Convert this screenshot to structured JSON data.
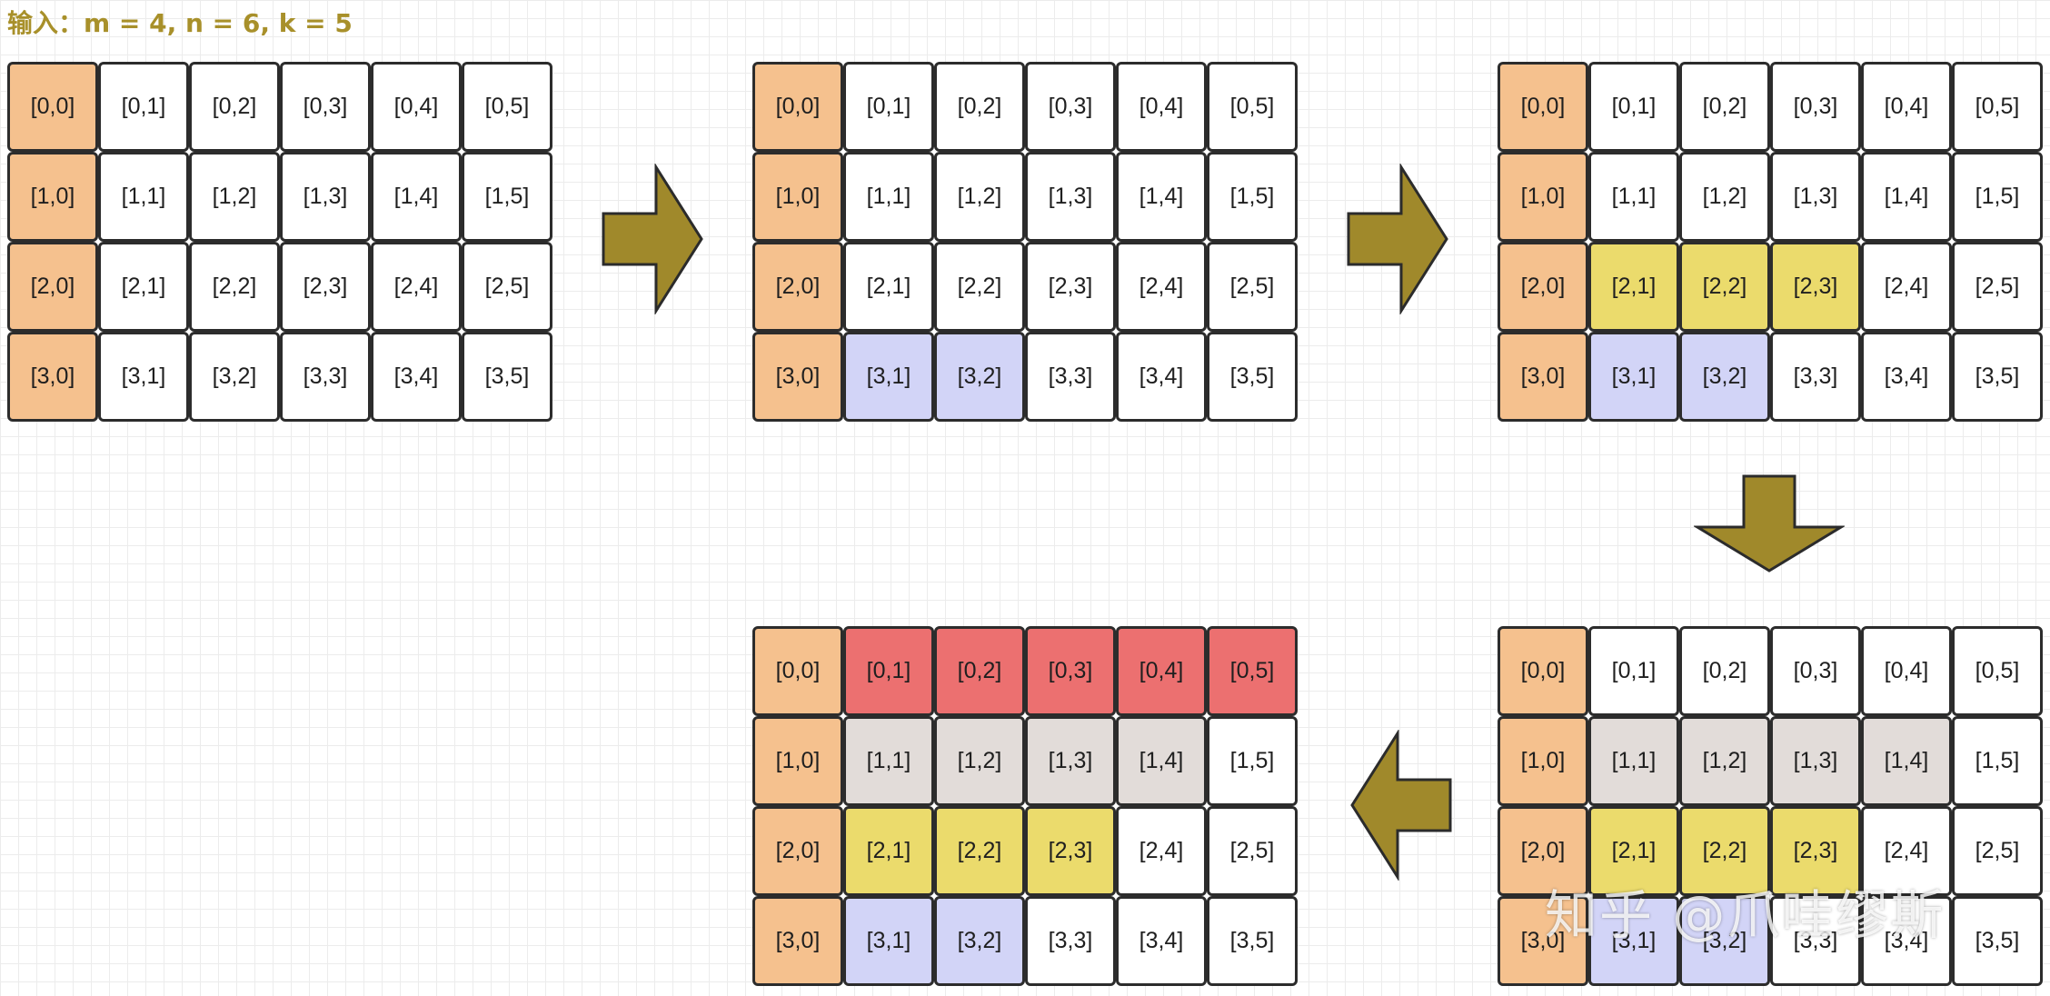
{
  "title": "输入：m = 4, n = 6, k = 5",
  "watermark": "知乎 @爪哇缪斯",
  "colors": {
    "white": "#ffffff",
    "orange": "#f5c18e",
    "blue": "#d2d4f7",
    "yellow": "#ebdb6c",
    "gray": "#e2dcd9",
    "red": "#ec7070",
    "arrow": "#a0892b"
  },
  "grids": [
    {
      "name": "step-1",
      "cells": [
        [
          "[0,0]",
          "[0,1]",
          "[0,2]",
          "[0,3]",
          "[0,4]",
          "[0,5]"
        ],
        [
          "[1,0]",
          "[1,1]",
          "[1,2]",
          "[1,3]",
          "[1,4]",
          "[1,5]"
        ],
        [
          "[2,0]",
          "[2,1]",
          "[2,2]",
          "[2,3]",
          "[2,4]",
          "[2,5]"
        ],
        [
          "[3,0]",
          "[3,1]",
          "[3,2]",
          "[3,3]",
          "[3,4]",
          "[3,5]"
        ]
      ],
      "fills": [
        [
          "orange",
          "white",
          "white",
          "white",
          "white",
          "white"
        ],
        [
          "orange",
          "white",
          "white",
          "white",
          "white",
          "white"
        ],
        [
          "orange",
          "white",
          "white",
          "white",
          "white",
          "white"
        ],
        [
          "orange",
          "white",
          "white",
          "white",
          "white",
          "white"
        ]
      ]
    },
    {
      "name": "step-2",
      "cells": [
        [
          "[0,0]",
          "[0,1]",
          "[0,2]",
          "[0,3]",
          "[0,4]",
          "[0,5]"
        ],
        [
          "[1,0]",
          "[1,1]",
          "[1,2]",
          "[1,3]",
          "[1,4]",
          "[1,5]"
        ],
        [
          "[2,0]",
          "[2,1]",
          "[2,2]",
          "[2,3]",
          "[2,4]",
          "[2,5]"
        ],
        [
          "[3,0]",
          "[3,1]",
          "[3,2]",
          "[3,3]",
          "[3,4]",
          "[3,5]"
        ]
      ],
      "fills": [
        [
          "orange",
          "white",
          "white",
          "white",
          "white",
          "white"
        ],
        [
          "orange",
          "white",
          "white",
          "white",
          "white",
          "white"
        ],
        [
          "orange",
          "white",
          "white",
          "white",
          "white",
          "white"
        ],
        [
          "orange",
          "blue",
          "blue",
          "white",
          "white",
          "white"
        ]
      ]
    },
    {
      "name": "step-3",
      "cells": [
        [
          "[0,0]",
          "[0,1]",
          "[0,2]",
          "[0,3]",
          "[0,4]",
          "[0,5]"
        ],
        [
          "[1,0]",
          "[1,1]",
          "[1,2]",
          "[1,3]",
          "[1,4]",
          "[1,5]"
        ],
        [
          "[2,0]",
          "[2,1]",
          "[2,2]",
          "[2,3]",
          "[2,4]",
          "[2,5]"
        ],
        [
          "[3,0]",
          "[3,1]",
          "[3,2]",
          "[3,3]",
          "[3,4]",
          "[3,5]"
        ]
      ],
      "fills": [
        [
          "orange",
          "white",
          "white",
          "white",
          "white",
          "white"
        ],
        [
          "orange",
          "white",
          "white",
          "white",
          "white",
          "white"
        ],
        [
          "orange",
          "yellow",
          "yellow",
          "yellow",
          "white",
          "white"
        ],
        [
          "orange",
          "blue",
          "blue",
          "white",
          "white",
          "white"
        ]
      ]
    },
    {
      "name": "step-4",
      "cells": [
        [
          "[0,0]",
          "[0,1]",
          "[0,2]",
          "[0,3]",
          "[0,4]",
          "[0,5]"
        ],
        [
          "[1,0]",
          "[1,1]",
          "[1,2]",
          "[1,3]",
          "[1,4]",
          "[1,5]"
        ],
        [
          "[2,0]",
          "[2,1]",
          "[2,2]",
          "[2,3]",
          "[2,4]",
          "[2,5]"
        ],
        [
          "[3,0]",
          "[3,1]",
          "[3,2]",
          "[3,3]",
          "[3,4]",
          "[3,5]"
        ]
      ],
      "fills": [
        [
          "orange",
          "white",
          "white",
          "white",
          "white",
          "white"
        ],
        [
          "orange",
          "gray",
          "gray",
          "gray",
          "gray",
          "white"
        ],
        [
          "orange",
          "yellow",
          "yellow",
          "yellow",
          "white",
          "white"
        ],
        [
          "orange",
          "blue",
          "blue",
          "white",
          "white",
          "white"
        ]
      ]
    },
    {
      "name": "step-5",
      "cells": [
        [
          "[0,0]",
          "[0,1]",
          "[0,2]",
          "[0,3]",
          "[0,4]",
          "[0,5]"
        ],
        [
          "[1,0]",
          "[1,1]",
          "[1,2]",
          "[1,3]",
          "[1,4]",
          "[1,5]"
        ],
        [
          "[2,0]",
          "[2,1]",
          "[2,2]",
          "[2,3]",
          "[2,4]",
          "[2,5]"
        ],
        [
          "[3,0]",
          "[3,1]",
          "[3,2]",
          "[3,3]",
          "[3,4]",
          "[3,5]"
        ]
      ],
      "fills": [
        [
          "orange",
          "red",
          "red",
          "red",
          "red",
          "red"
        ],
        [
          "orange",
          "gray",
          "gray",
          "gray",
          "gray",
          "white"
        ],
        [
          "orange",
          "yellow",
          "yellow",
          "yellow",
          "white",
          "white"
        ],
        [
          "orange",
          "blue",
          "blue",
          "white",
          "white",
          "white"
        ]
      ]
    }
  ]
}
